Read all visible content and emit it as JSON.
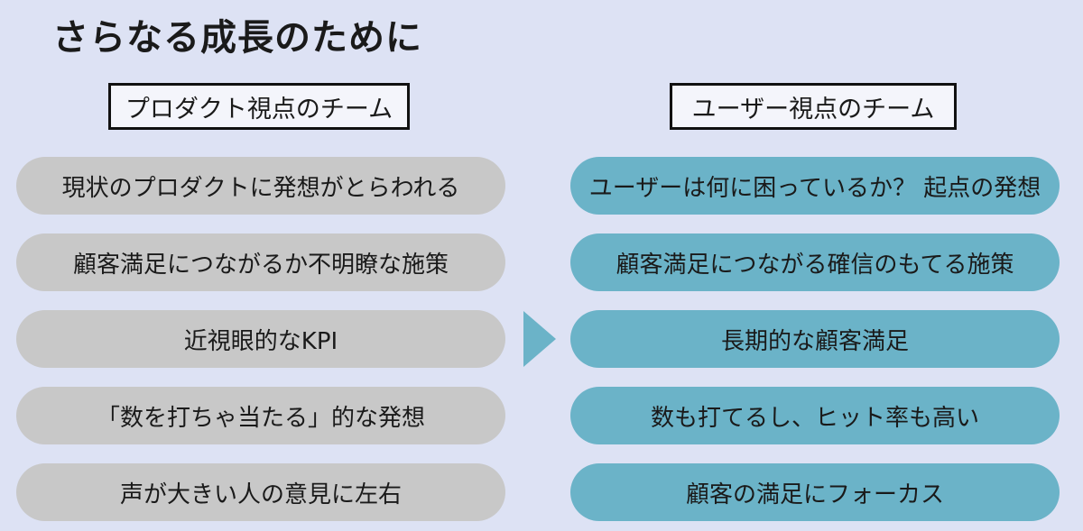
{
  "title": "さらなる成長のために",
  "left_column": {
    "header": "プロダクト視点のチーム",
    "items": [
      "現状のプロダクトに発想がとらわれる",
      "顧客満足につながるか不明瞭な施策",
      "近視眼的なKPI",
      "「数を打ちゃ当たる」的な発想",
      "声が大きい人の意見に左右"
    ]
  },
  "right_column": {
    "header": "ユーザー視点のチーム",
    "items": [
      "ユーザーは何に困っているか？ 起点の発想",
      "顧客満足につながる確信のもてる施策",
      "長期的な顧客満足",
      "数も打てるし、ヒット率も高い",
      "顧客の満足にフォーカス"
    ]
  },
  "colors": {
    "background": "#dde2f4",
    "left_pill": "#c8c8c8",
    "right_pill": "#6bb3c8",
    "arrow": "#6bb3c8"
  },
  "icons": {
    "arrow": "triangle-right-icon"
  }
}
